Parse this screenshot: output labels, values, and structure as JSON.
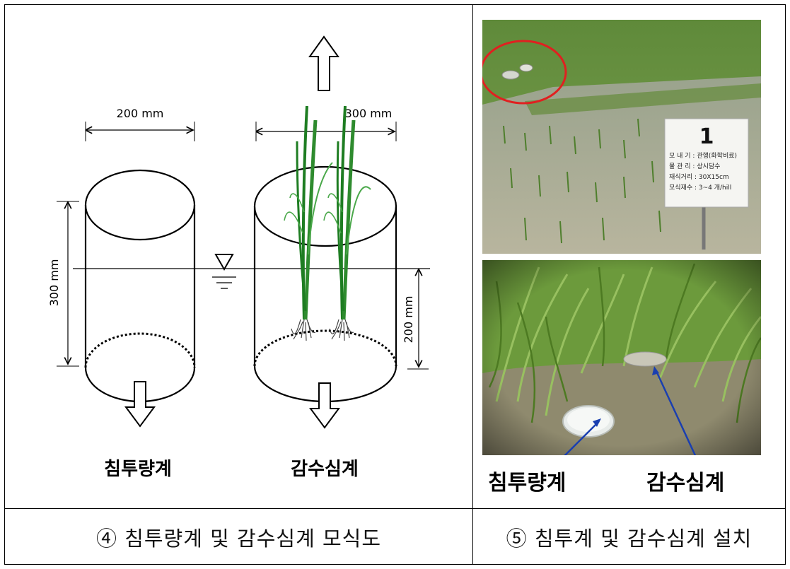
{
  "diagram": {
    "dim_width_left": "200 mm",
    "dim_width_right": "300 mm",
    "dim_height_left": "300 mm",
    "dim_height_right": "200 mm",
    "label_left": "침투량계",
    "label_right": "감수심계"
  },
  "photo_top": {
    "sign_number": "1",
    "sign_lines": [
      "모 내 기 : 관행(화학비료)",
      "물 관 리 : 상시담수",
      "재식거리 : 30X15cm",
      "모식재수 : 3~4 개/hill"
    ]
  },
  "photo_bottom": {
    "label_left": "침투량계",
    "label_right": "감수심계"
  },
  "captions": {
    "left": "④ 침투량계 및 감수심계 모식도",
    "right": "⑤ 침투계 및 감수심계 설치"
  }
}
